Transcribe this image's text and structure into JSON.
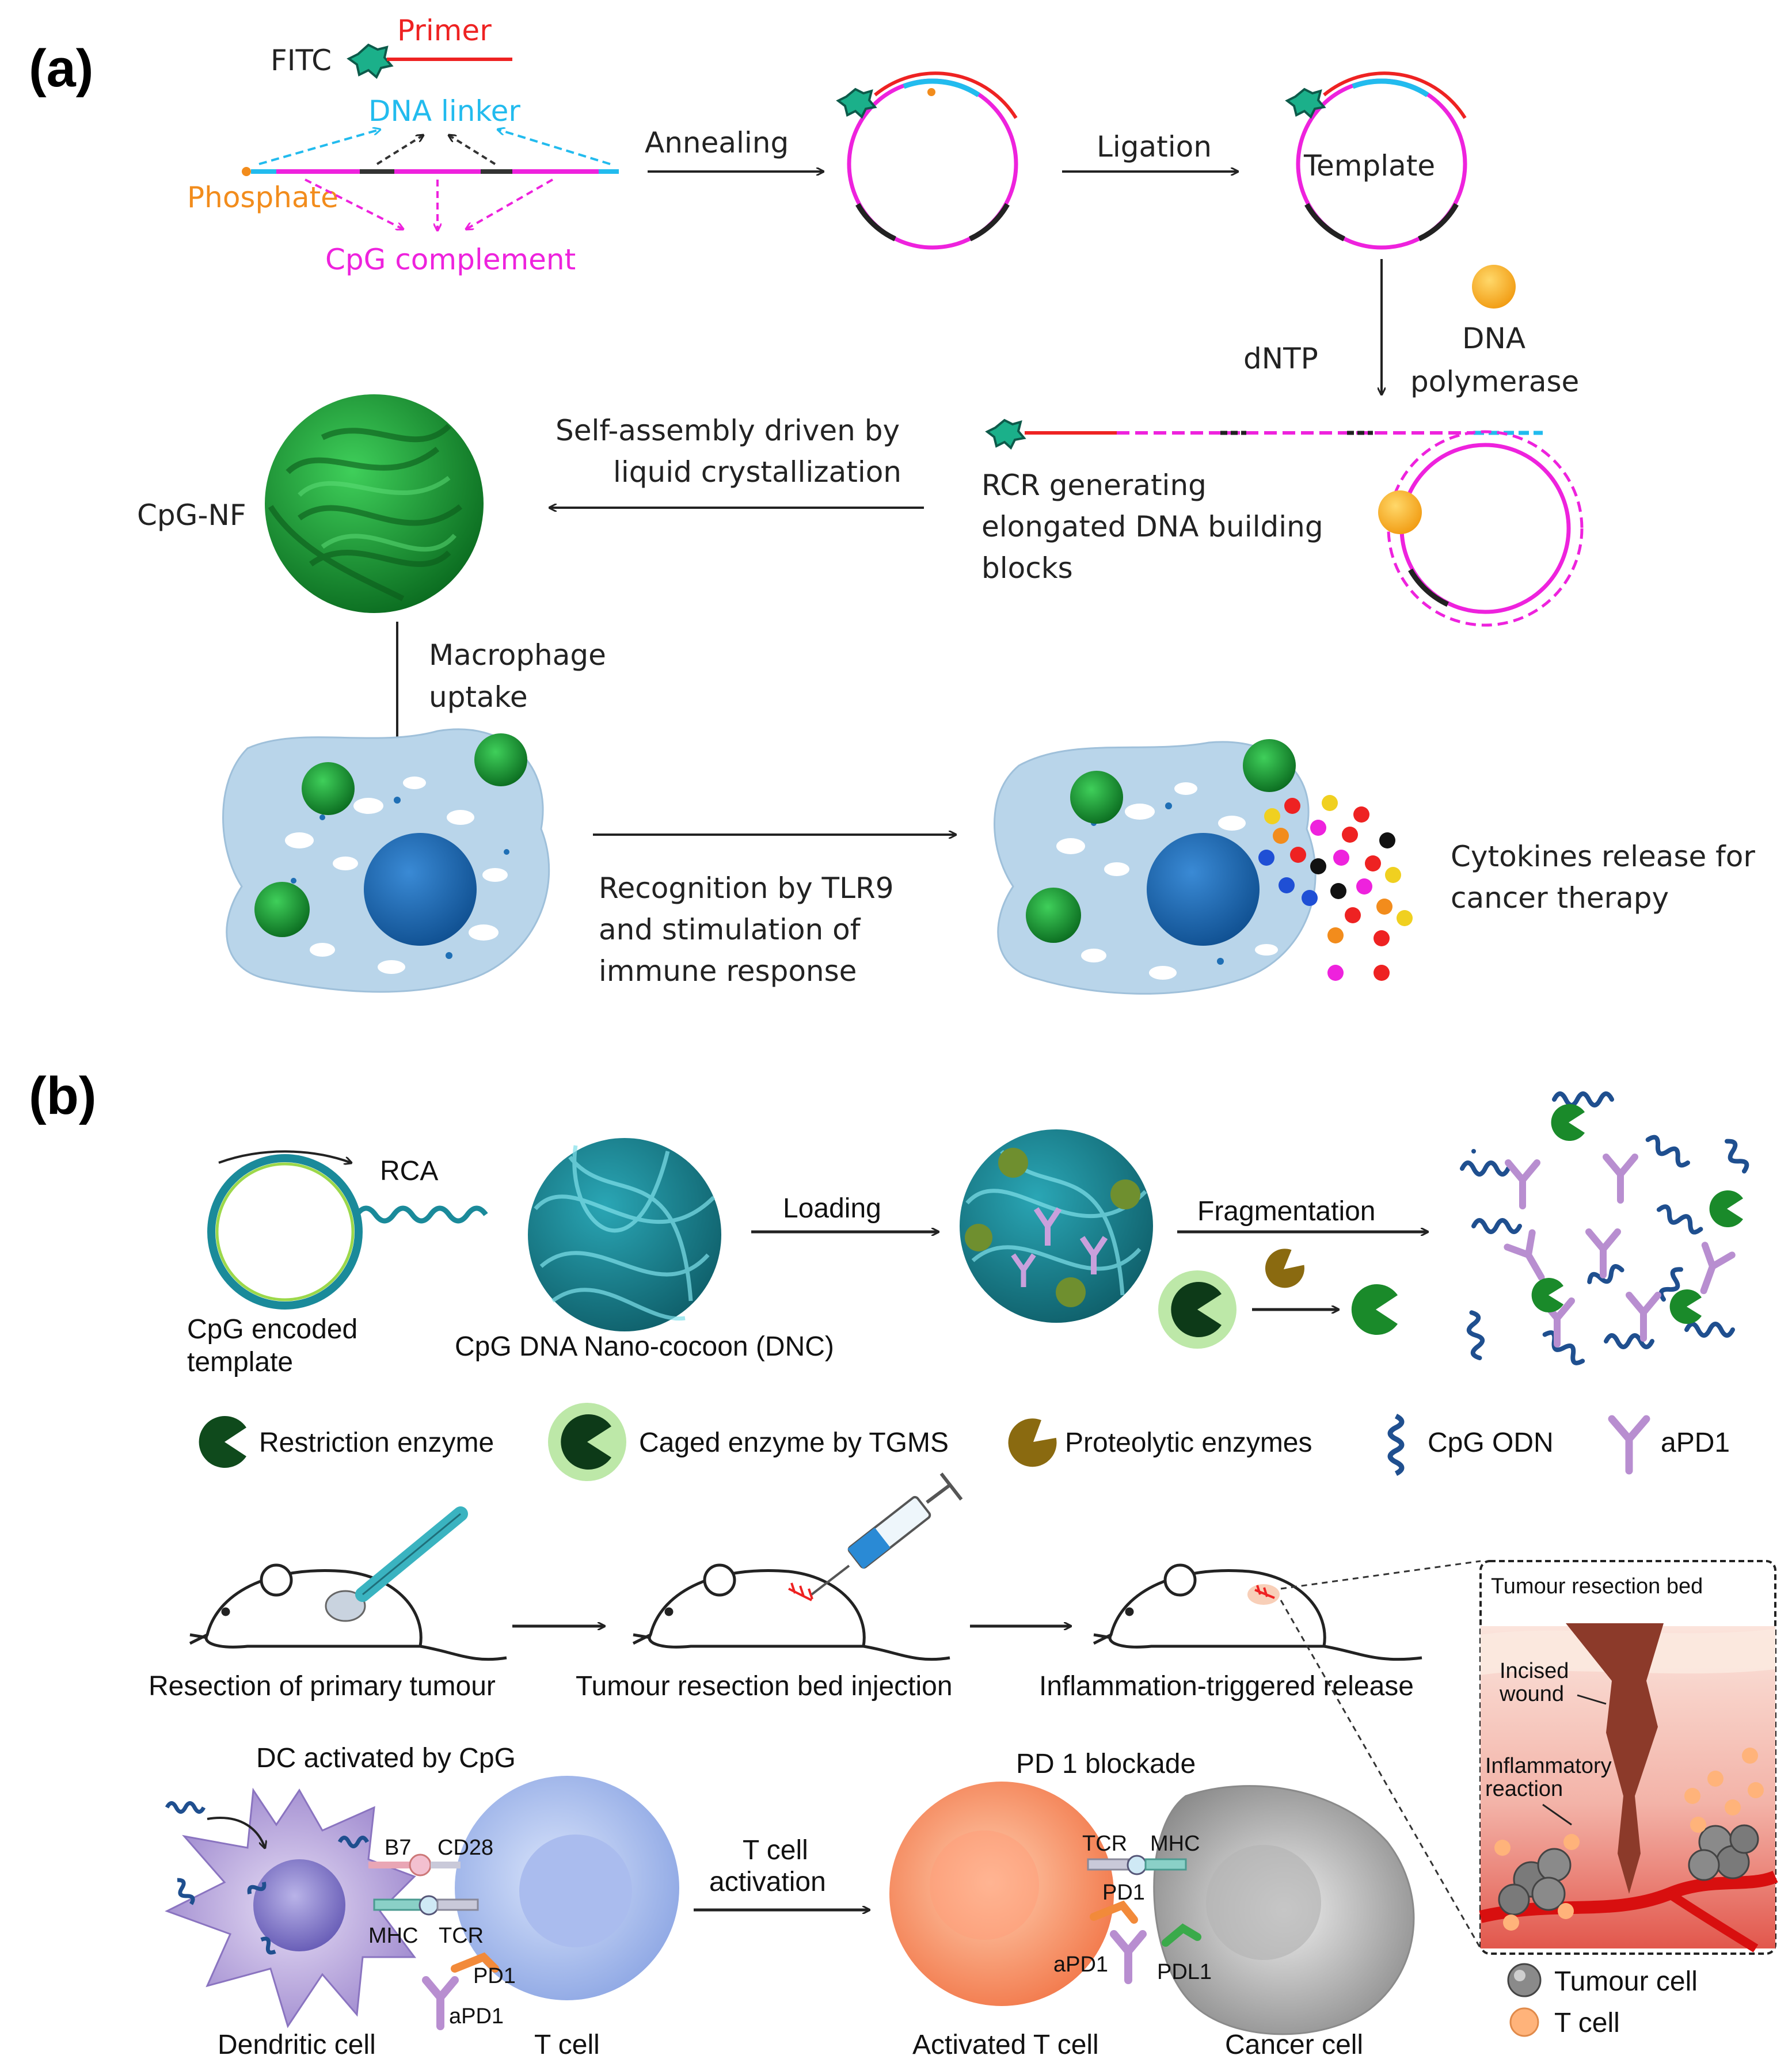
{
  "panel_a": {
    "label": "(a)",
    "fitc": "FITC",
    "primer": "Primer",
    "dna_linker": "DNA linker",
    "phosphate": "Phosphate",
    "cpg_complement": "CpG complement",
    "annealing": "Annealing",
    "ligation": "Ligation",
    "template": "Template",
    "dntp": "dNTP",
    "dna_polymerase_1": "DNA",
    "dna_polymerase_2": "polymerase",
    "rcr_1": "RCR generating",
    "rcr_2": "elongated DNA building",
    "rcr_3": "blocks",
    "self_assembly_1": "Self-assembly driven by",
    "self_assembly_2": "liquid crystallization",
    "cpg_nf": "CpG-NF",
    "macrophage_1": "Macrophage",
    "macrophage_2": "uptake",
    "recognition_1": "Recognition by TLR9",
    "recognition_2": "and stimulation of",
    "recognition_3": "immune response",
    "cytokines_1": "Cytokines release for",
    "cytokines_2": "cancer therapy"
  },
  "panel_b": {
    "label": "(b)",
    "rca": "RCA",
    "template_1": "CpG encoded",
    "template_2": "template",
    "dnc": "CpG DNA Nano-cocoon (DNC)",
    "loading": "Loading",
    "fragmentation": "Fragmentation",
    "legend": {
      "restriction": "Restriction enzyme",
      "caged": "Caged enzyme by TGMS",
      "proteolytic": "Proteolytic enzymes",
      "cpg_odn": "CpG ODN",
      "apd1": "aPD1"
    },
    "step_resection": "Resection of primary tumour",
    "step_injection": "Tumour resection bed injection",
    "step_release": "Inflammation-triggered release",
    "inset": {
      "title": "Tumour resection bed",
      "incised_1": "Incised",
      "incised_2": "wound",
      "inflammatory_1": "Inflammatory",
      "inflammatory_2": "reaction",
      "tumour_cell": "Tumour cell",
      "t_cell": "T cell"
    },
    "dc_title": "DC activated by CpG",
    "b7": "B7",
    "cd28": "CD28",
    "mhc": "MHC",
    "tcr": "TCR",
    "pd1": "PD1",
    "apd1": "aPD1",
    "dendritic_cell": "Dendritic cell",
    "t_cell": "T cell",
    "t_activation_1": "T cell",
    "t_activation_2": "activation",
    "pd1_blockade": "PD 1 blockade",
    "tcr2": "TCR",
    "mhc2": "MHC",
    "pd1_2": "PD1",
    "apd1_2": "aPD1",
    "pdl1": "PDL1",
    "activated_t_cell": "Activated T cell",
    "cancer_cell": "Cancer cell"
  },
  "colors": {
    "magenta": "#ee22dd",
    "cyan": "#22bbee",
    "red": "#ee2222",
    "green": "#1a9a2a",
    "teal": "#1a8a9a",
    "macrophage": "#b9d5ea",
    "nucleus": "#1f6fb5",
    "orange": "#f6a21c",
    "purple": "#a88fd0"
  }
}
